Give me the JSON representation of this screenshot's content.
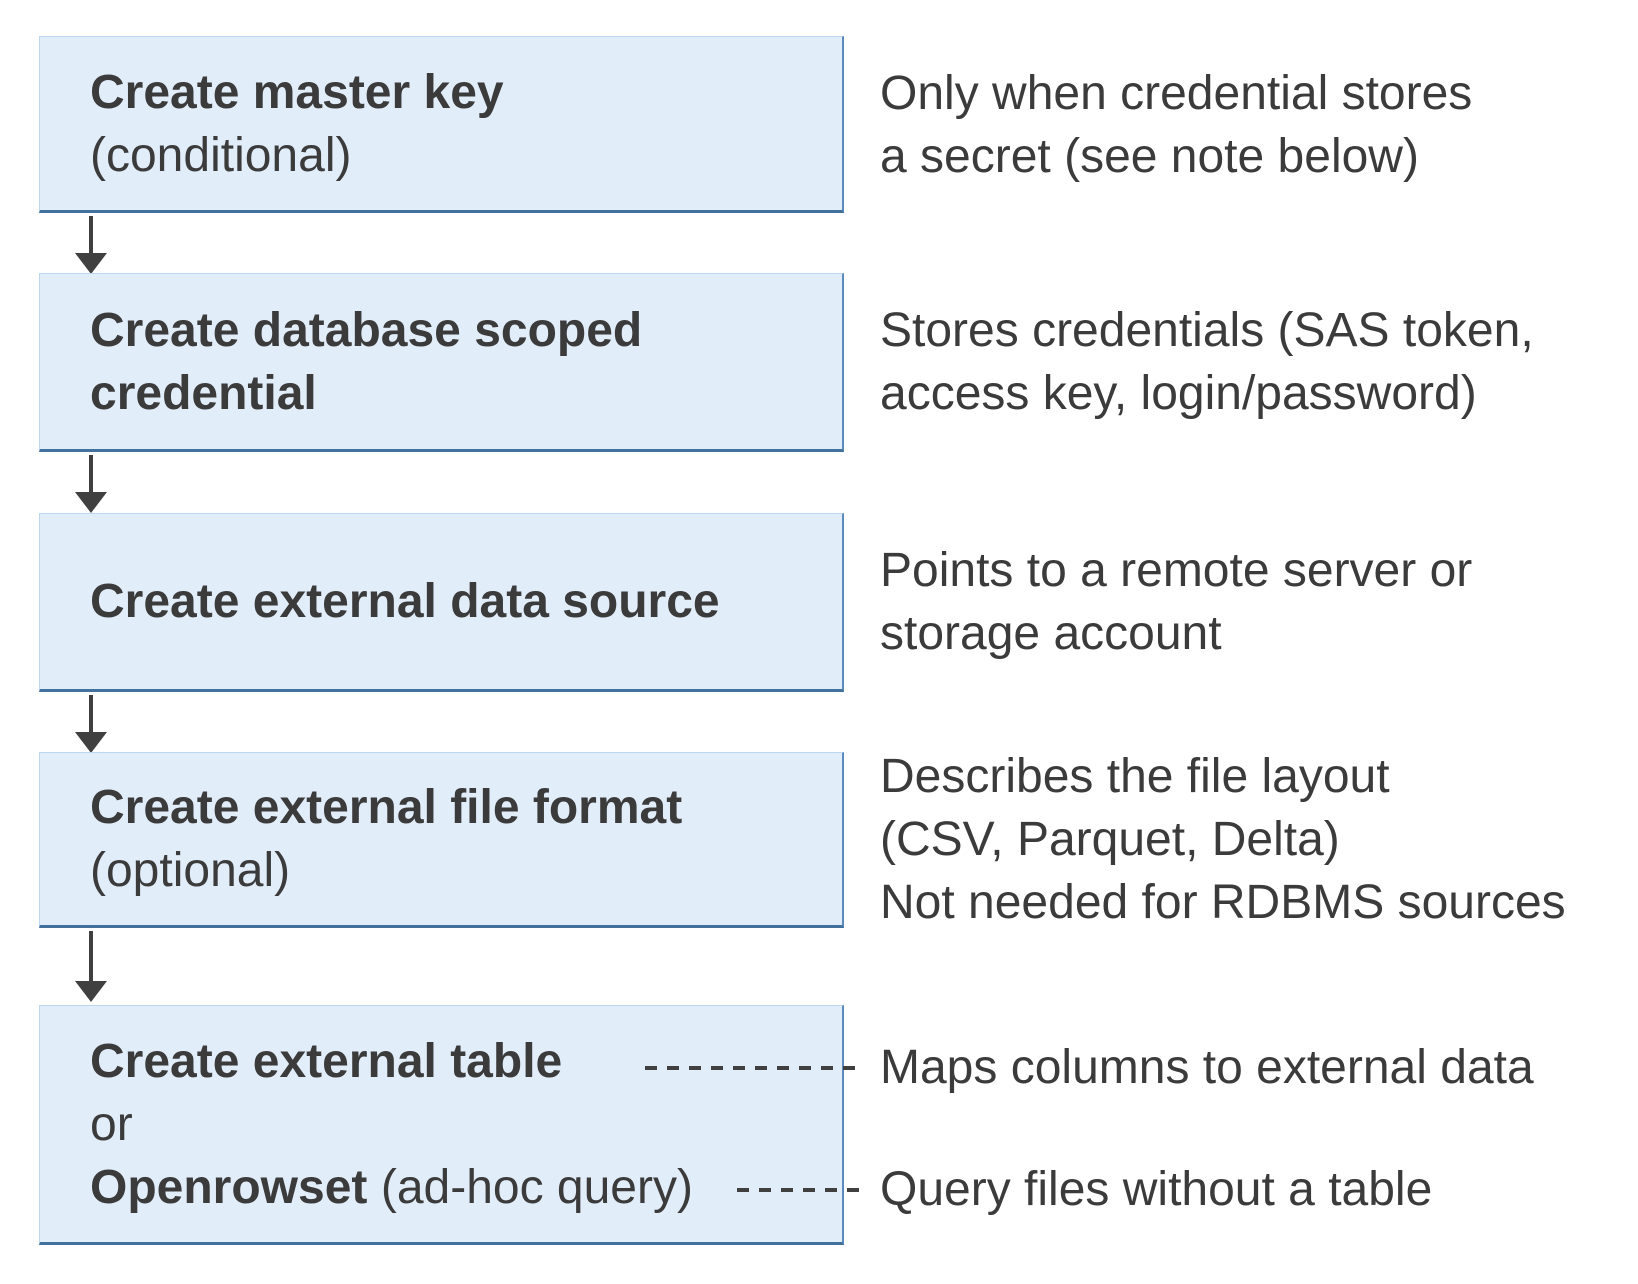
{
  "flow": {
    "steps": [
      {
        "id": "create-master-key",
        "title": "Create master key",
        "qualifier": "(conditional)",
        "annotation": [
          "Only when credential stores",
          "a secret (see note below)"
        ]
      },
      {
        "id": "create-database-scoped-credential",
        "title_lines": [
          "Create database scoped",
          "credential"
        ],
        "annotation": [
          "Stores credentials (SAS token,",
          "access key, login/password)"
        ]
      },
      {
        "id": "create-external-data-source",
        "title": "Create external data source",
        "annotation": [
          "Points to a remote server or",
          "storage account"
        ]
      },
      {
        "id": "create-external-file-format",
        "title": "Create external file format",
        "qualifier": "(optional)",
        "annotation": [
          "Describes the file layout",
          "(CSV, Parquet, Delta)",
          "Not needed for RDBMS sources"
        ]
      },
      {
        "id": "create-external-table-or-openrowset",
        "title": "Create external table",
        "conjunction": "or",
        "alt_title": "Openrowset",
        "alt_qualifier": "(ad-hoc query)",
        "annotation_table": "Maps columns to external data",
        "annotation_openrowset": "Query files without a table"
      }
    ],
    "colors": {
      "box_fill": "#e2edfa",
      "box_border_bottom": "#41719c",
      "box_border_right": "#5b8ac0",
      "box_border_light": "#bed7f0",
      "arrow": "#404040",
      "text": "#3b3b3b"
    }
  }
}
